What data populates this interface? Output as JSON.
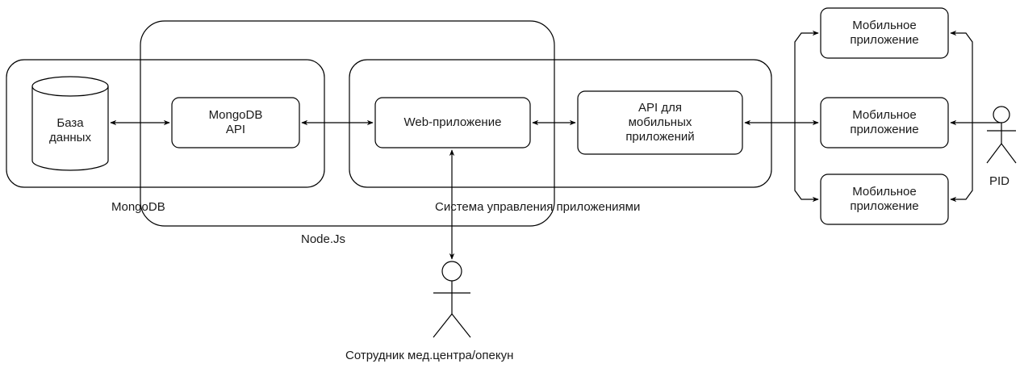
{
  "groups": {
    "mongodb": "MongoDB",
    "nodejs": "Node.Js",
    "app_system": "Система управления приложениями"
  },
  "nodes": {
    "database": "База\nданных",
    "mongodb_api": "MongoDB\nAPI",
    "web_app": "Web-приложение",
    "mobile_api": "API для\nмобильных\nприложений",
    "mobile_app_1": "Мобильное\nприложение",
    "mobile_app_2": "Мобильное\nприложение",
    "mobile_app_3": "Мобильное\nприложение"
  },
  "actors": {
    "pid": "PID",
    "staff": "Сотрудник мед.центра/опекун"
  }
}
